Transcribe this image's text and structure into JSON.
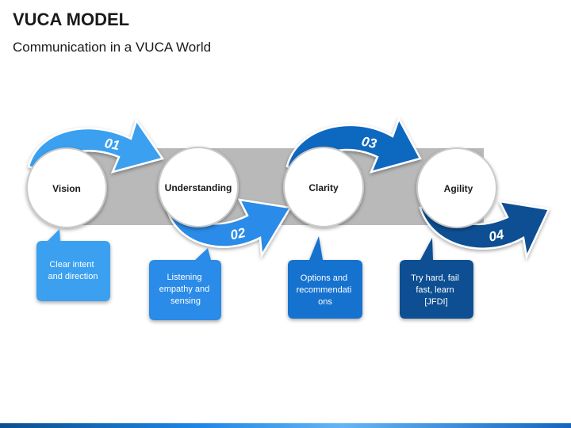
{
  "header": {
    "title": "VUCA MODEL",
    "subtitle": "Communication in a VUCA World"
  },
  "steps": [
    {
      "number": "01",
      "label": "Vision",
      "callout": [
        "Clear intent",
        "and direction"
      ]
    },
    {
      "number": "02",
      "label": "Understanding",
      "callout": [
        "Listening",
        "empathy and",
        "sensing"
      ]
    },
    {
      "number": "03",
      "label": "Clarity",
      "callout": [
        "Options and",
        "recommendati",
        "ons"
      ]
    },
    {
      "number": "04",
      "label": "Agility",
      "callout": [
        "Try hard, fail",
        "fast, learn",
        "[JFDI]"
      ]
    }
  ],
  "colors": {
    "step1": "#3aa0f0",
    "step2": "#2b8be8",
    "step3": "#0f68c0",
    "step4": "#0d4f92",
    "callout1": "#3aa0f0",
    "callout2": "#2b8be8",
    "callout3": "#1272cf",
    "callout4": "#0d4f92",
    "band": "#b9b9b9"
  }
}
